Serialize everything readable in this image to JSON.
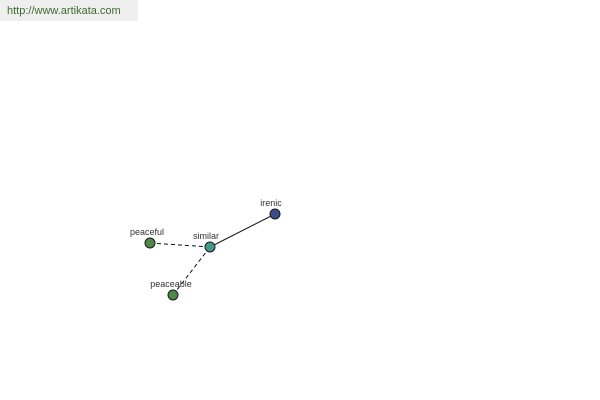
{
  "header": {
    "url": "http://www.artikata.com"
  },
  "graph": {
    "nodes": [
      {
        "id": "irenic",
        "label": "irenic",
        "color": "#3b4d8f"
      },
      {
        "id": "similar",
        "label": "similar",
        "color": "#3f9a8a"
      },
      {
        "id": "peaceful",
        "label": "peaceful",
        "color": "#4c8a45"
      },
      {
        "id": "peaceable",
        "label": "peaceable",
        "color": "#4c8a45"
      }
    ],
    "edges": [
      {
        "from": "similar",
        "to": "irenic",
        "style": "solid"
      },
      {
        "from": "peaceful",
        "to": "similar",
        "style": "dashed"
      },
      {
        "from": "peaceable",
        "to": "similar",
        "style": "dashed"
      }
    ]
  }
}
